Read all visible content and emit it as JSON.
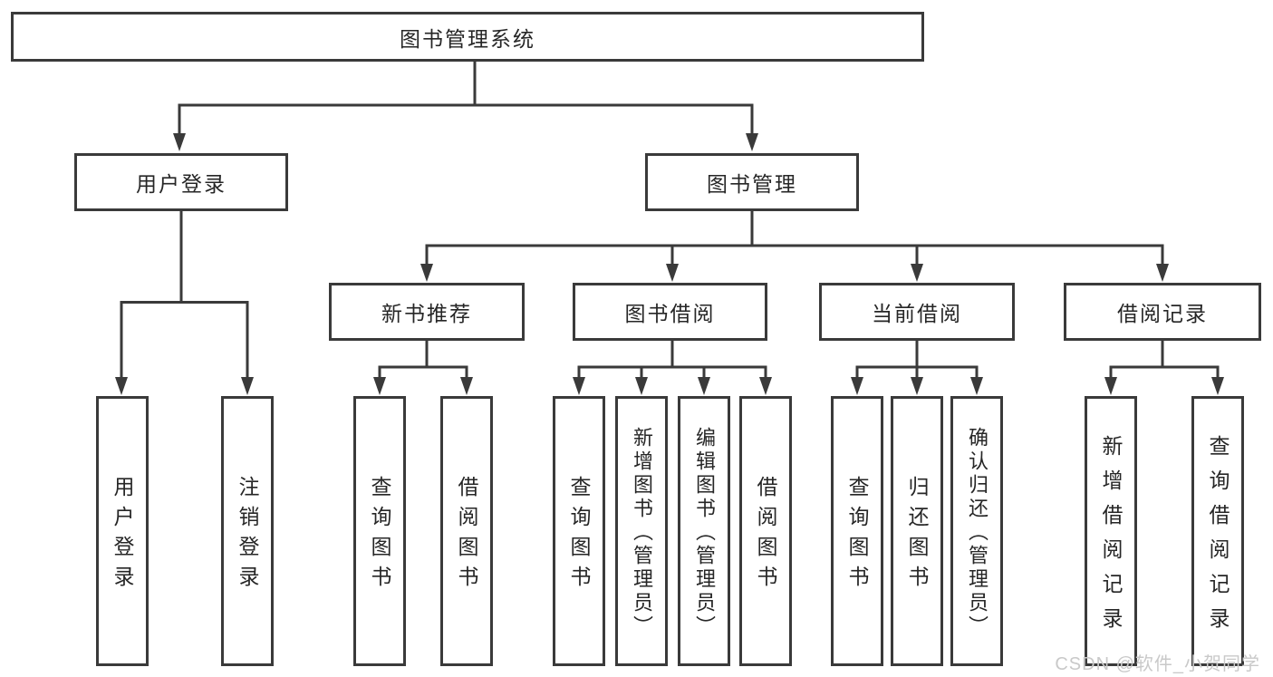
{
  "diagram_title": "图书管理系统",
  "tree": {
    "root": {
      "label": "图书管理系统"
    },
    "children": [
      {
        "label": "用户登录",
        "children": [
          {
            "label": "用户登录"
          },
          {
            "label": "注销登录"
          }
        ]
      },
      {
        "label": "图书管理",
        "children": [
          {
            "label": "新书推荐",
            "children": [
              {
                "label": "查询图书"
              },
              {
                "label": "借阅图书"
              }
            ]
          },
          {
            "label": "图书借阅",
            "children": [
              {
                "label": "查询图书"
              },
              {
                "label": "新增图书（管理员）"
              },
              {
                "label": "编辑图书（管理员）"
              },
              {
                "label": "借阅图书"
              }
            ]
          },
          {
            "label": "当前借阅",
            "children": [
              {
                "label": "查询图书"
              },
              {
                "label": "归还图书"
              },
              {
                "label": "确认归还（管理员）"
              }
            ]
          },
          {
            "label": "借阅记录",
            "children": [
              {
                "label": "新增借阅记录"
              },
              {
                "label": "查询借阅记录"
              }
            ]
          }
        ]
      }
    ]
  },
  "watermark": {
    "text": "CSDN @软件_小贺同学"
  },
  "colors": {
    "line": "#3a3a3a",
    "box_border": "#3a3a3a",
    "text": "#262626",
    "background": "#ffffff",
    "watermark": "#c9c9c9"
  }
}
